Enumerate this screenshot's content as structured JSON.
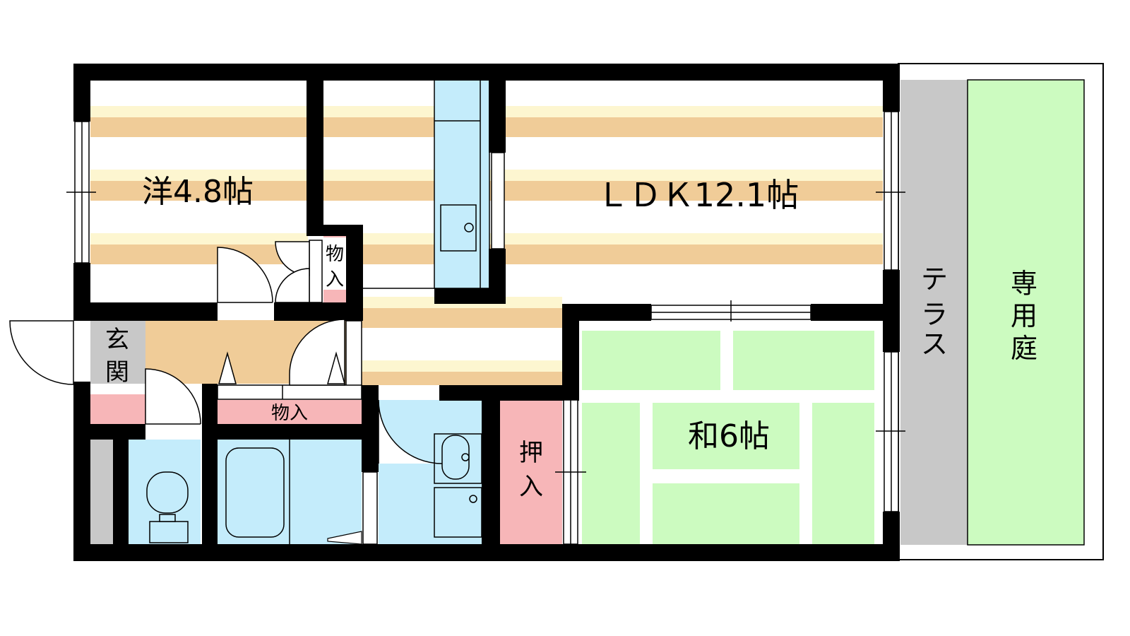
{
  "colors": {
    "wall": "#000000",
    "wood_light": "#fdf6d0",
    "wood_stripe": "#f0cc98",
    "genkan_floor": "#f0cc98",
    "tatami": "#ccfbc0",
    "water": "#c4ecfb",
    "storage": "#f7b6b8",
    "terrace": "#c8c8c8",
    "garden": "#ccfbc0",
    "genkan_tile": "#c8c8c8"
  },
  "rooms": {
    "western": "洋4.8帖",
    "ldk": "ＬＤＫ12.1帖",
    "japanese": "和6帖"
  },
  "labels": {
    "storage_top_1": "物",
    "storage_top_2": "入",
    "storage_mid": "物入",
    "oshiire_1": "押",
    "oshiire_2": "入",
    "genkan_1": "玄",
    "genkan_2": "関",
    "terrace_1": "テ",
    "terrace_2": "ラ",
    "terrace_3": "ス",
    "garden_1": "専",
    "garden_2": "用",
    "garden_3": "庭"
  }
}
